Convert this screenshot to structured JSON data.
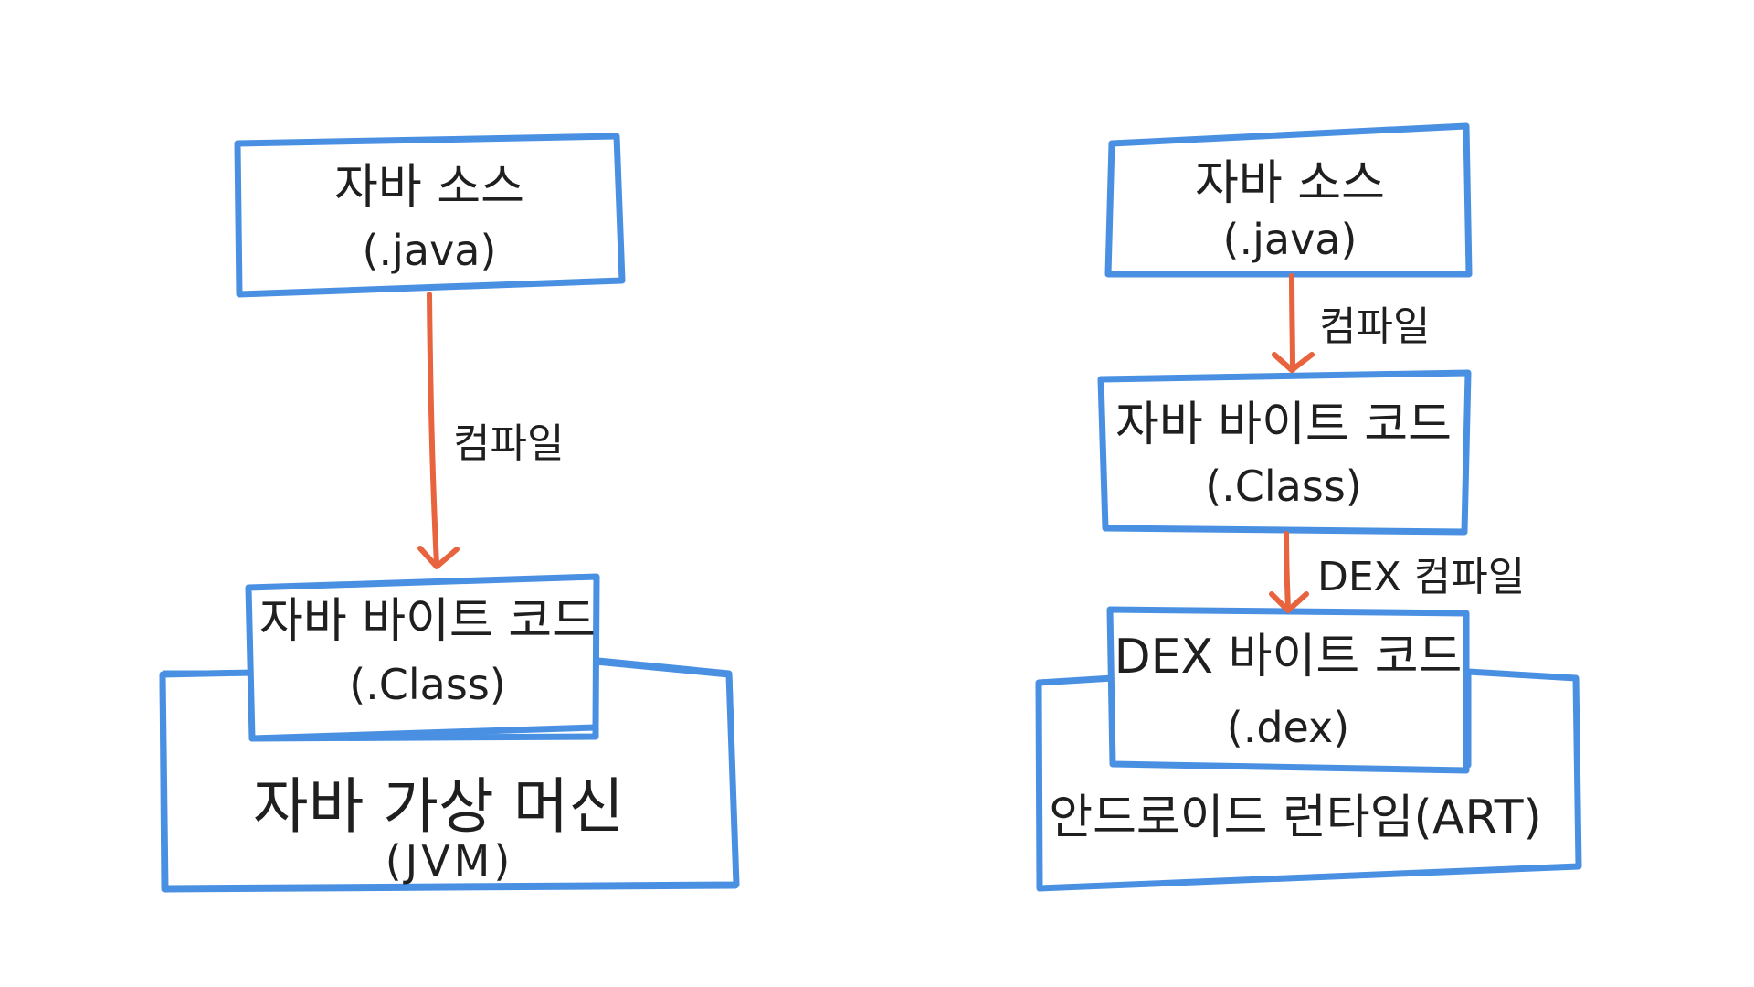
{
  "colors": {
    "box_stroke": "#4a90e2",
    "arrow": "#e8643f",
    "text": "#1f1f1f"
  },
  "left": {
    "source": {
      "title": "자바 소스",
      "subtitle": "(.java)"
    },
    "edge_compile": "컴파일",
    "bytecode": {
      "title": "자바 바이트 코드",
      "subtitle": "(.Class)"
    },
    "runtime": {
      "title": "자바 가상 머신",
      "subtitle": "(JVM)"
    }
  },
  "right": {
    "source": {
      "title": "자바 소스",
      "subtitle": "(.java)"
    },
    "edge_compile": "컴파일",
    "bytecode": {
      "title": "자바 바이트 코드",
      "subtitle": "(.Class)"
    },
    "edge_dex": "DEX 컴파일",
    "dex": {
      "title": "DEX 바이트 코드",
      "subtitle": "(.dex)"
    },
    "runtime": {
      "title": "안드로이드 런타임(ART)"
    }
  }
}
